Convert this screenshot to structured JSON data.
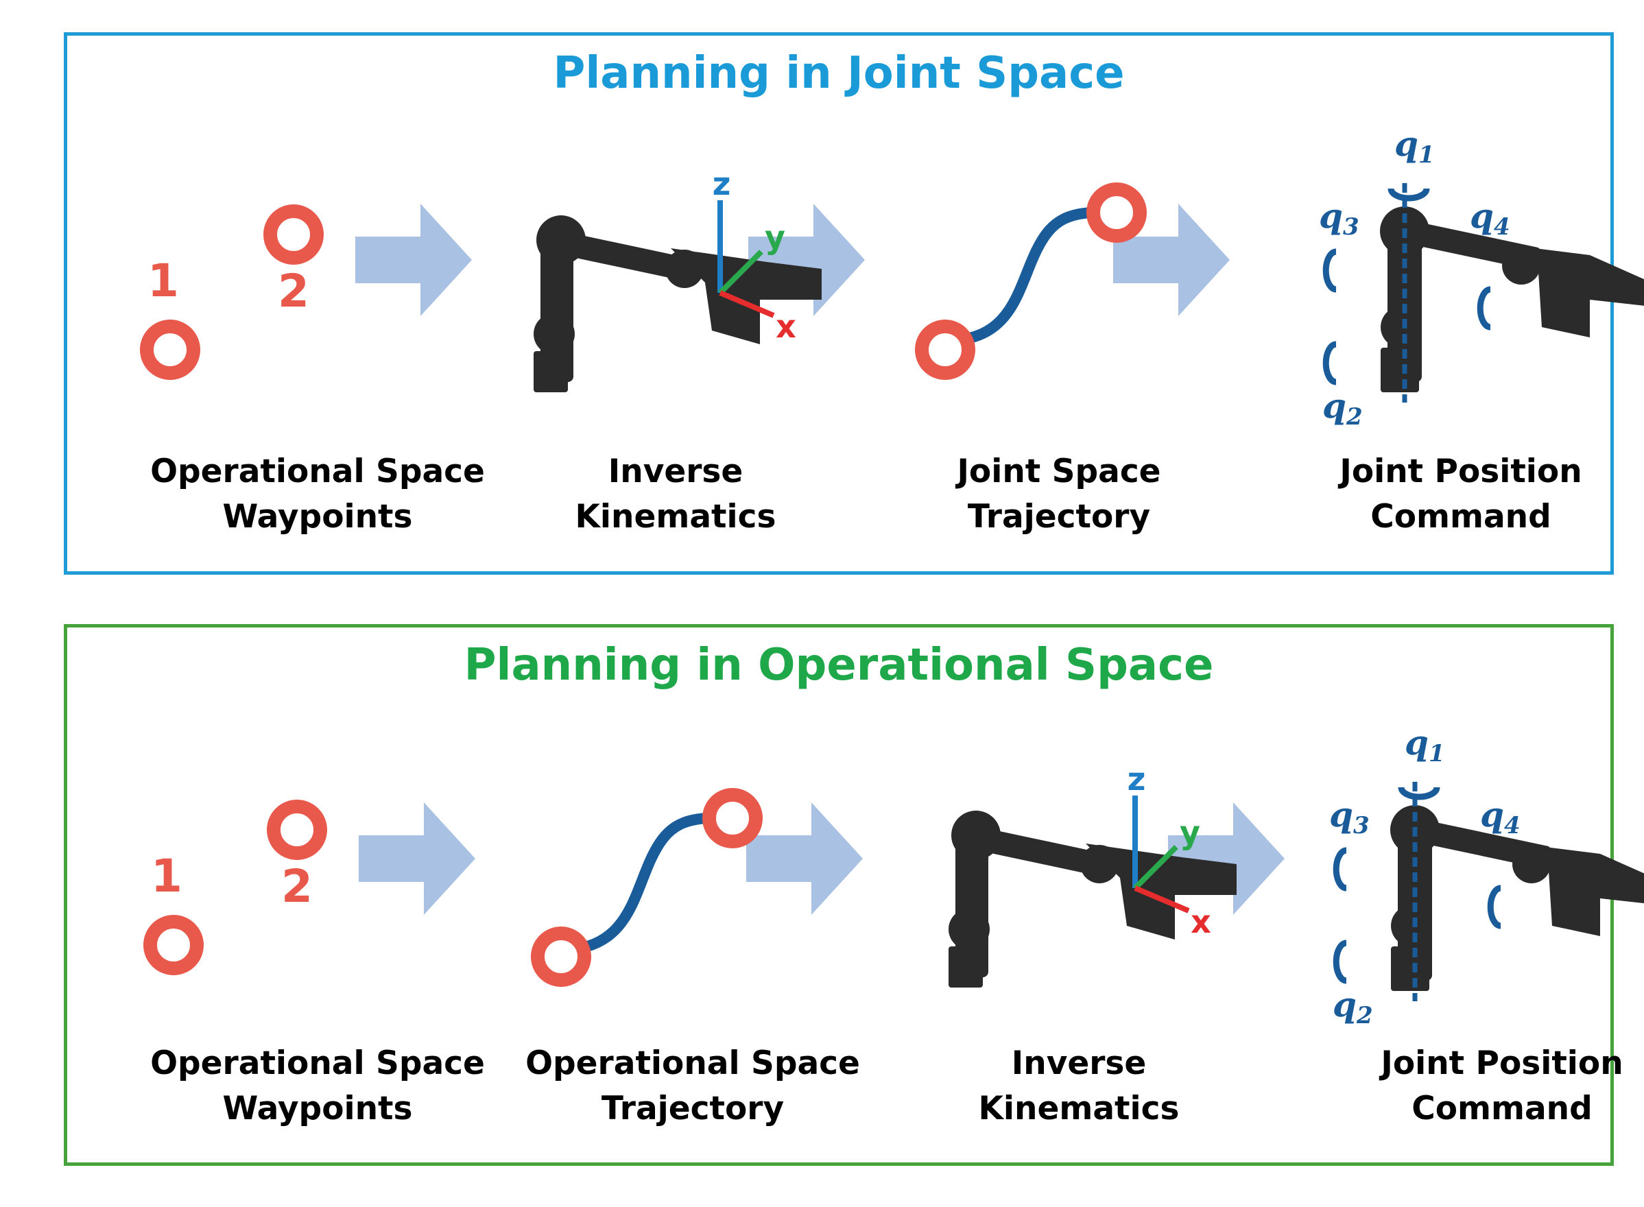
{
  "panels": [
    {
      "title": "Planning in Joint Space",
      "color": "#1a9bd7",
      "steps": [
        {
          "line1": "Operational Space",
          "line2": "Waypoints",
          "icon": "waypoints"
        },
        {
          "line1": "Inverse",
          "line2": "Kinematics",
          "icon": "robot-arm-with-frame"
        },
        {
          "line1": "Joint Space",
          "line2": "Trajectory",
          "icon": "trajectory-curve"
        },
        {
          "line1": "Joint Position",
          "line2": "Command",
          "icon": "robot-arm-with-joints"
        }
      ]
    },
    {
      "title": "Planning in Operational Space",
      "color": "#1fa84a",
      "steps": [
        {
          "line1": "Operational Space",
          "line2": "Waypoints",
          "icon": "waypoints"
        },
        {
          "line1": "Operational Space",
          "line2": "Trajectory",
          "icon": "trajectory-curve"
        },
        {
          "line1": "Inverse",
          "line2": "Kinematics",
          "icon": "robot-arm-with-frame"
        },
        {
          "line1": "Joint Position",
          "line2": "Command",
          "icon": "robot-arm-with-joints"
        }
      ]
    }
  ],
  "waypoint_labels": [
    "1",
    "2"
  ],
  "frame_axes": [
    "z",
    "y",
    "x"
  ],
  "joint_labels": [
    "q",
    "1",
    "2",
    "3",
    "4"
  ],
  "colors": {
    "waypoint": "#e8584b",
    "trajectory": "#1a5b9a",
    "arrow": "#a9c1e2",
    "robot": "#2b2b2b",
    "axis_z": "#1e7fc6",
    "axis_y": "#29a84c",
    "axis_x": "#e52d2d",
    "joint": "#1a5b9a"
  }
}
